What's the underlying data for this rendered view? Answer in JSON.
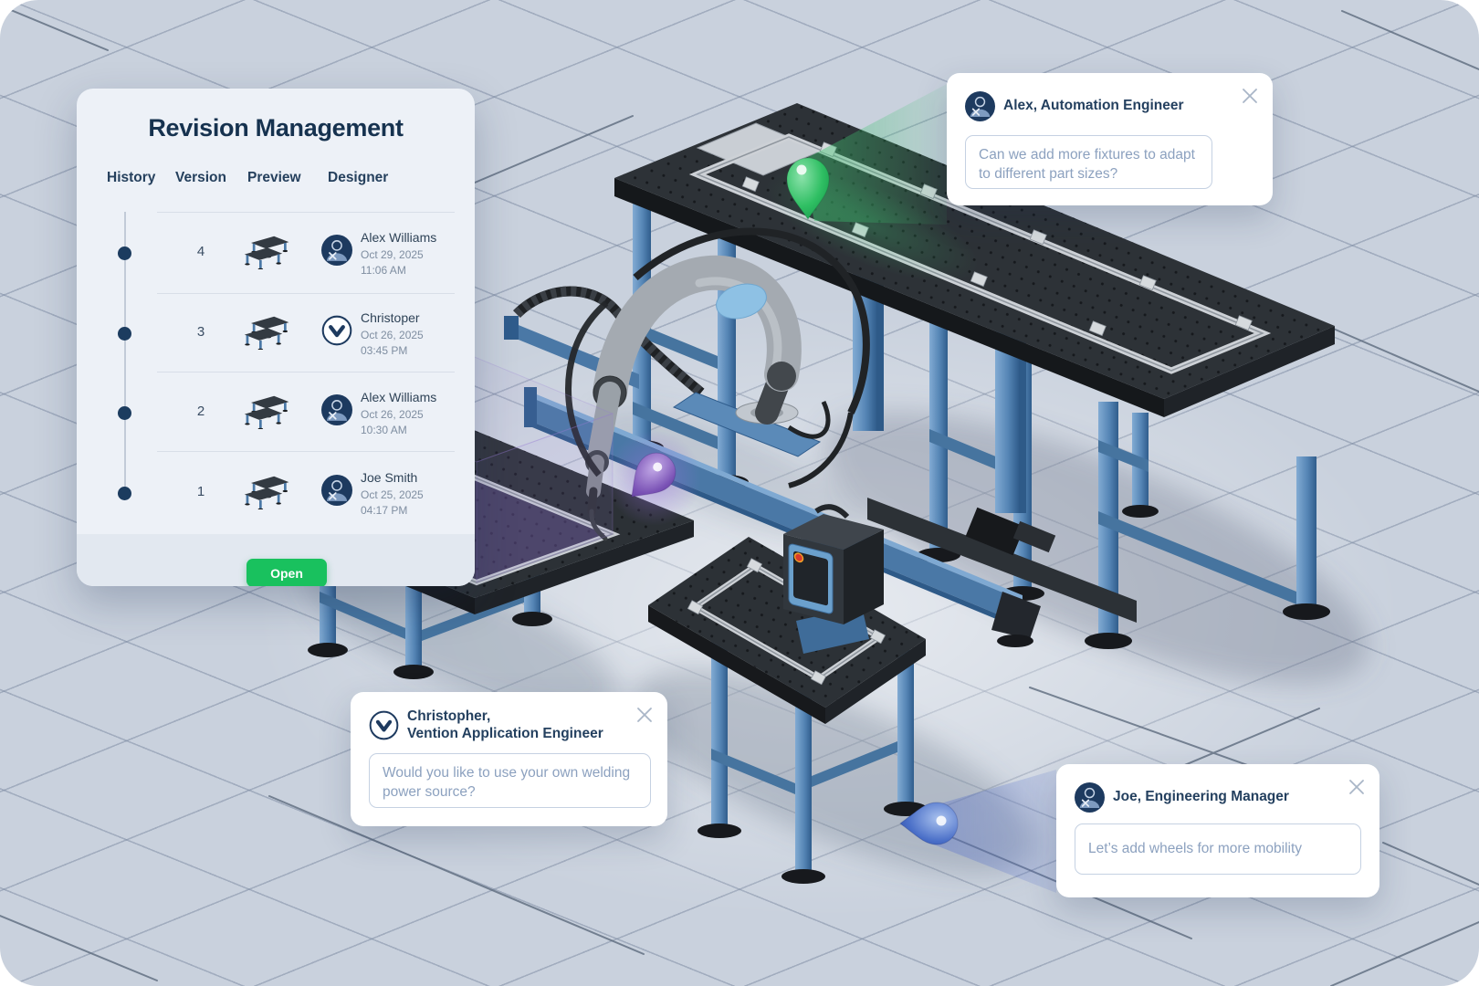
{
  "revision_panel": {
    "title": "Revision Management",
    "columns": {
      "history": "History",
      "version": "Version",
      "preview": "Preview",
      "designer": "Designer"
    },
    "rows": [
      {
        "version": "4",
        "name": "Alex Williams",
        "date": "Oct 29, 2025",
        "time": "11:06 AM",
        "avatar": "engineer-avatar"
      },
      {
        "version": "3",
        "name": "Christoper",
        "date": "Oct 26, 2025",
        "time": "03:45 PM",
        "avatar": "vention-logo"
      },
      {
        "version": "2",
        "name": "Alex Williams",
        "date": "Oct 26, 2025",
        "time": "10:30 AM",
        "avatar": "engineer-avatar"
      },
      {
        "version": "1",
        "name": "Joe Smith",
        "date": "Oct 25, 2025",
        "time": "04:17 PM",
        "avatar": "engineer-avatar"
      }
    ],
    "open_button": "Open"
  },
  "comment_cards": {
    "alex": {
      "name": "Alex, Automation Engineer",
      "message": "Can we add more fixtures to adapt to different part sizes?"
    },
    "christopher": {
      "name_line1": "Christopher,",
      "name_line2": "Vention Application Engineer",
      "message": "Would you like to use your own welding power source?"
    },
    "joe": {
      "name": "Joe, Engineering Manager",
      "message": "Let’s add wheels for more mobility"
    }
  },
  "icons": {
    "close": "close-icon",
    "engineer_avatar": "person-with-tools-icon",
    "vention_logo": "vention-chevron-icon",
    "green_pin": "green-location-pin",
    "purple_drop": "purple-comment-marker",
    "blue_drop": "blue-comment-marker"
  },
  "colors": {
    "accent_green": "#19c15e",
    "navy": "#1d3a5f",
    "frame_blue": "#5585b5",
    "table_dark": "#2d3237",
    "background": "#c9d1dd",
    "green_marker": "#2fbf63",
    "purple_marker": "#7a52b5",
    "blue_marker": "#4a6fc8"
  }
}
